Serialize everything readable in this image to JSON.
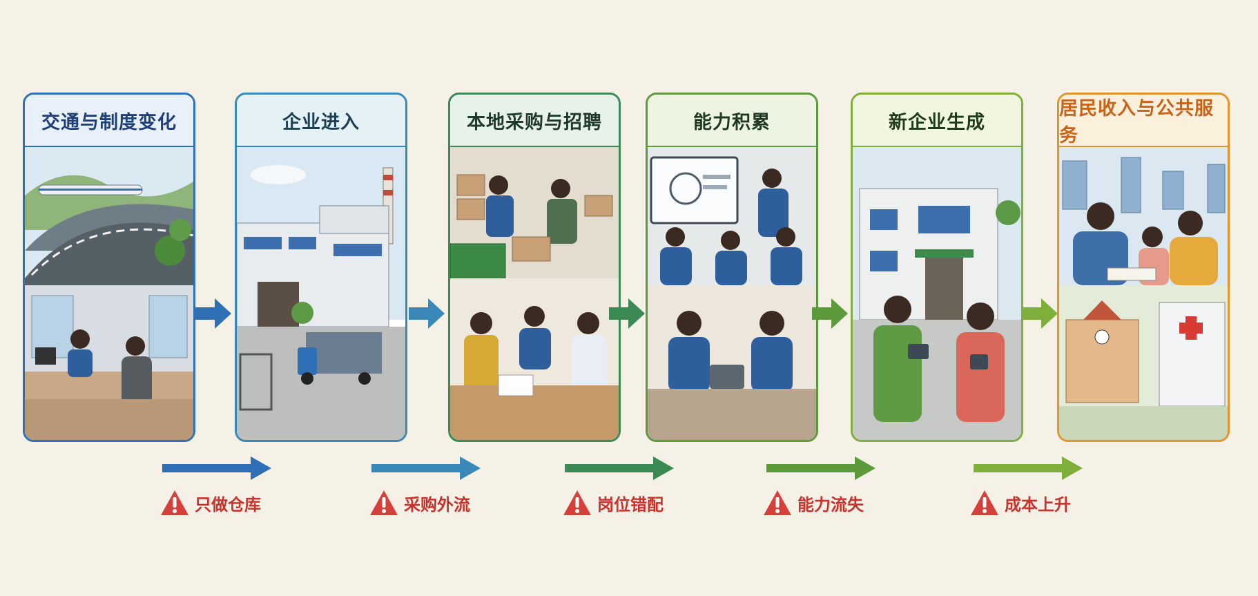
{
  "stages": [
    {
      "title": "交通与制度变化",
      "color": "#2f6fb5",
      "head_bg": "#e8f0fa",
      "text_color": "#1f3f78"
    },
    {
      "title": "企业进入",
      "color": "#3a88b8",
      "head_bg": "#e4f2f6",
      "text_color": "#1f3f55"
    },
    {
      "title": "本地采购与招聘",
      "color": "#3b8a55",
      "head_bg": "#e7f3e8",
      "text_color": "#1f3a2a"
    },
    {
      "title": "能力积累",
      "color": "#5c9a3c",
      "head_bg": "#edf5e2",
      "text_color": "#1f3a20"
    },
    {
      "title": "新企业生成",
      "color": "#7fae3a",
      "head_bg": "#f0f6df",
      "text_color": "#1f3a1f"
    },
    {
      "title": "居民收入与公共服务",
      "color": "#e0962e",
      "head_bg": "#fbf0dc",
      "text_color": "#c8641a"
    }
  ],
  "step_arrow_colors": [
    "#2f6fb5",
    "#3a88b8",
    "#3b8a55",
    "#5c9a3c",
    "#7fae3a"
  ],
  "risks": [
    {
      "label": "只做仓库",
      "arrow_color": "#2f6fb5"
    },
    {
      "label": "采购外流",
      "arrow_color": "#3a88b8"
    },
    {
      "label": "岗位错配",
      "arrow_color": "#3b8a55"
    },
    {
      "label": "能力流失",
      "arrow_color": "#5c9a3c"
    },
    {
      "label": "成本上升",
      "arrow_color": "#7fae3a"
    }
  ],
  "warning_color": "#d6403a"
}
